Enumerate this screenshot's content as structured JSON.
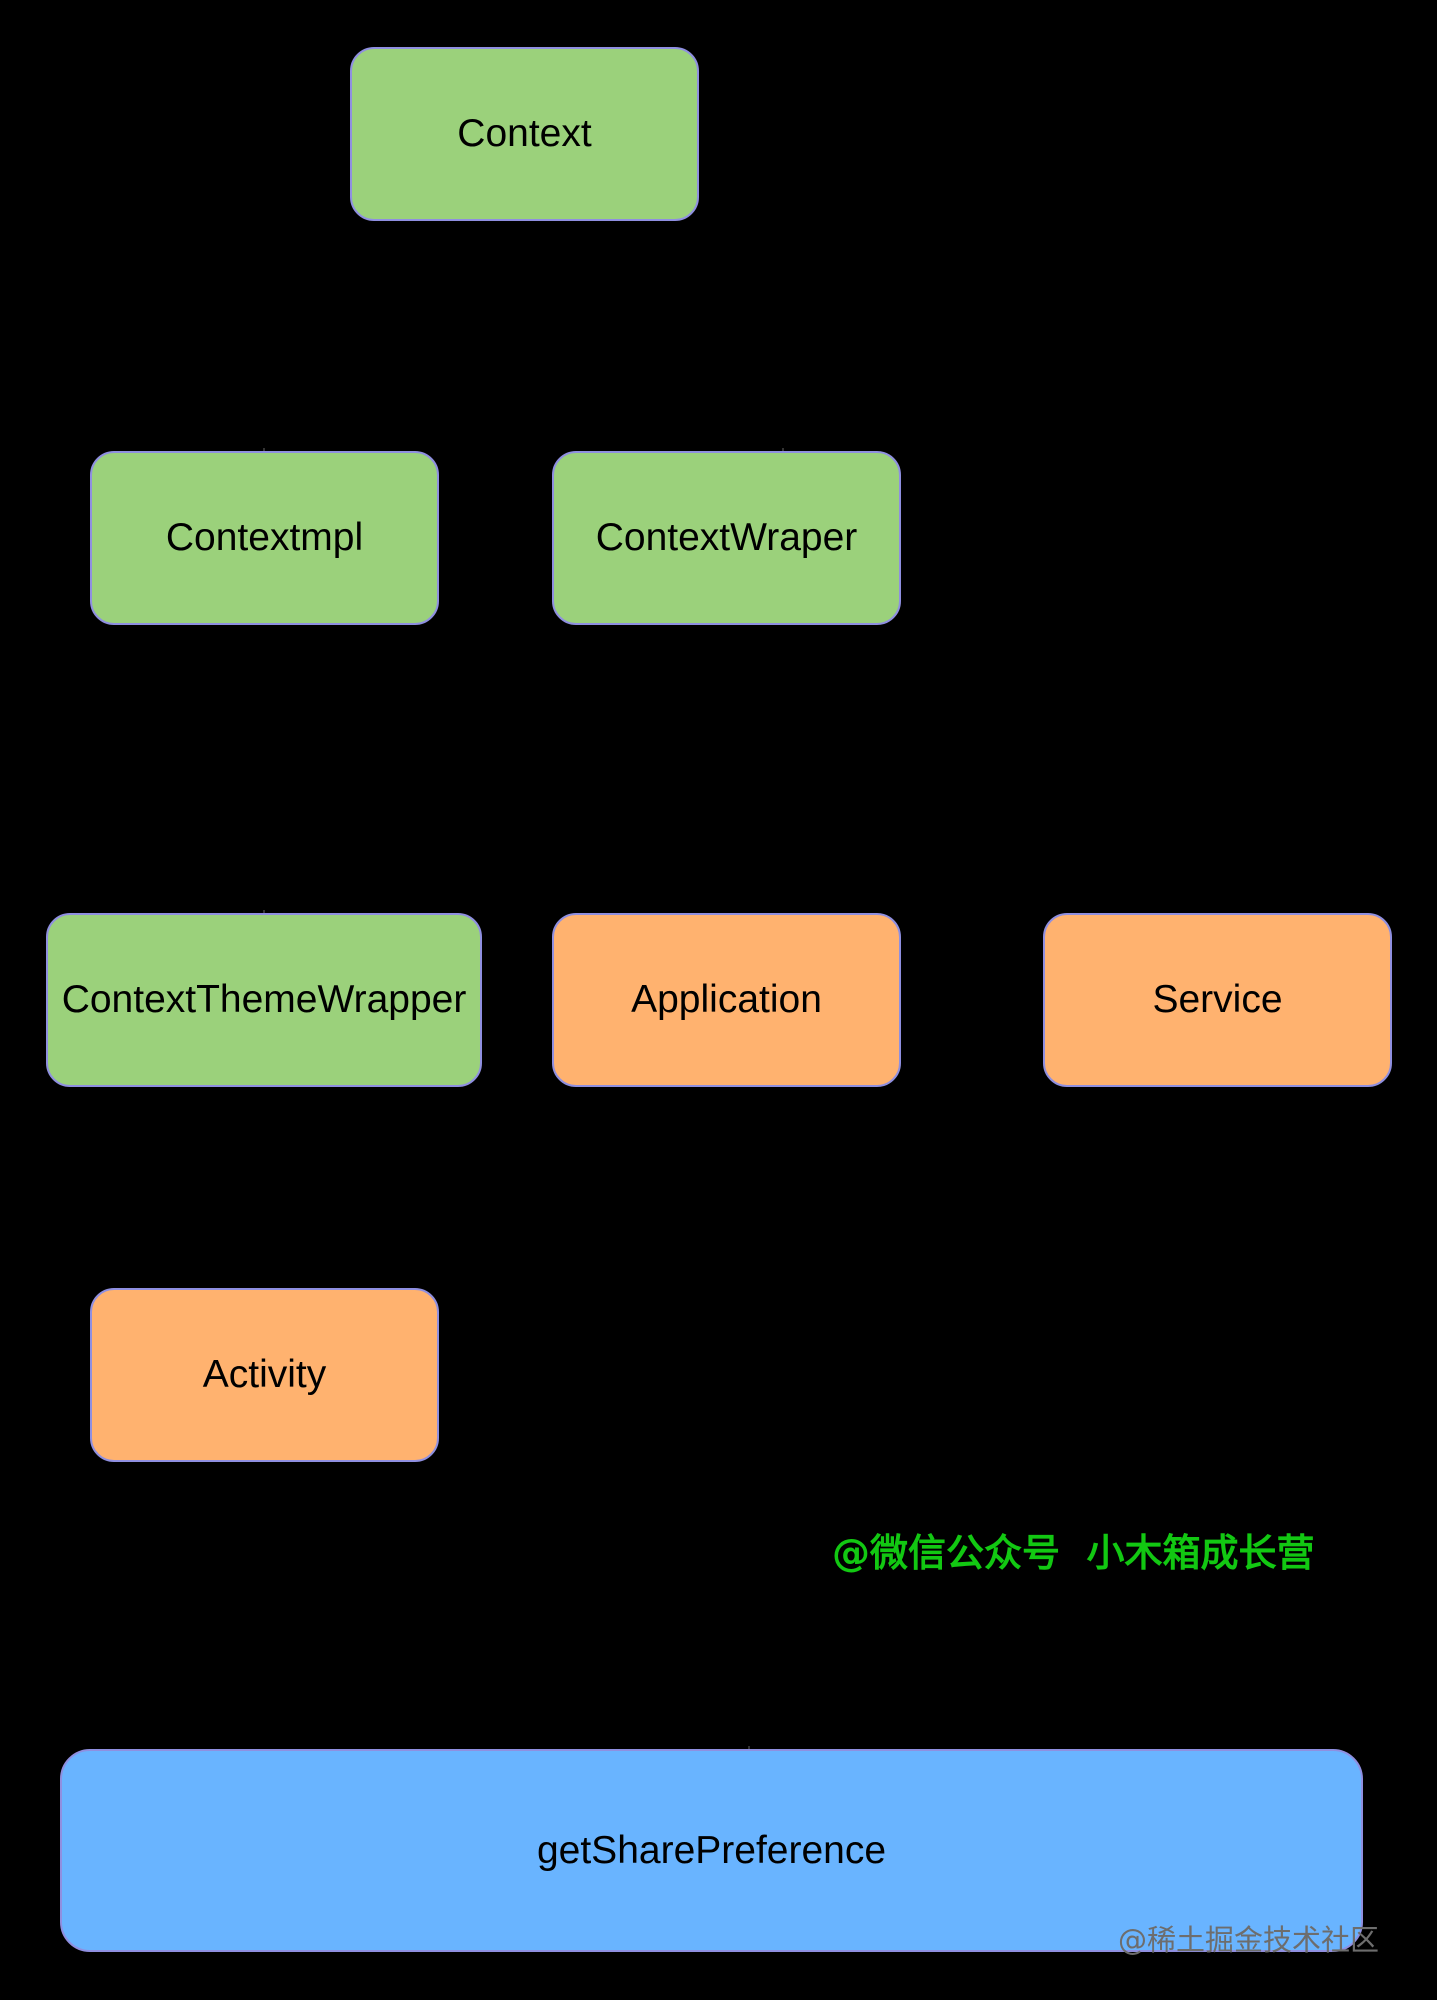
{
  "nodes": {
    "context": "Context",
    "contextimpl": "Contextmpl",
    "contextwrapper": "ContextWraper",
    "themewrapper": "ContextThemeWrapper",
    "application": "Application",
    "service": "Service",
    "activity": "Activity",
    "sharepref": "getSharePreference"
  },
  "watermarks": {
    "author": "@微信公众号  小木箱成长营",
    "site": "@稀土掘金技术社区"
  },
  "colors": {
    "background": "#000000",
    "core_node": "#9bd17b",
    "component_node": "#ffb26f",
    "method_node": "#69b4ff",
    "node_border": "#8f8fe0",
    "author_watermark": "#12c812",
    "site_watermark": "#6d6d6d"
  }
}
